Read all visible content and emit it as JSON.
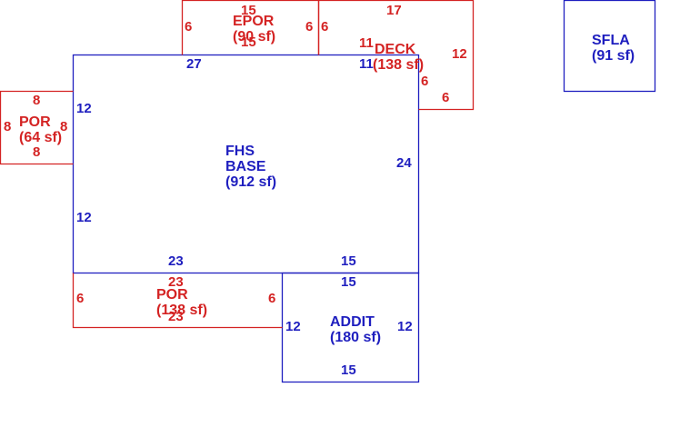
{
  "colors": {
    "main": "#1f1fbf",
    "attached": "#d42323",
    "background": "#ffffff"
  },
  "areas": {
    "fhs_base": {
      "name_line1": "FHS",
      "name_line2": "BASE",
      "area": "(912 sf)"
    },
    "epor": {
      "name": "EPOR",
      "area": "(90 sf)"
    },
    "deck": {
      "name": "DECK",
      "area": "(138 sf)"
    },
    "por_left": {
      "name": "POR",
      "area": "(64 sf)"
    },
    "por_bottom": {
      "name": "POR",
      "area": "(138 sf)"
    },
    "addit": {
      "name": "ADDIT",
      "area": "(180 sf)"
    },
    "sfla": {
      "name": "SFLA",
      "area": "(91 sf)"
    }
  },
  "dimensions": {
    "base_top": "27",
    "base_top_right": "11",
    "base_left_upper": "12",
    "base_left_lower": "12",
    "base_right": "24",
    "base_bottom_left": "23",
    "base_bottom_right": "15",
    "epor_top": "15",
    "epor_bottom": "15",
    "epor_left": "6",
    "epor_right": "6",
    "deck_top": "17",
    "deck_left": "6",
    "deck_inner": "11",
    "deck_right": "12",
    "deck_step_vertical": "6",
    "deck_step_bottom": "6",
    "por_left_top": "8",
    "por_left_bottom": "8",
    "por_left_left": "8",
    "por_left_right": "8",
    "por_bottom_top": "23",
    "por_bottom_bottom": "23",
    "por_bottom_left": "6",
    "por_bottom_right": "6",
    "addit_top": "15",
    "addit_bottom": "15",
    "addit_left": "12",
    "addit_right": "12"
  }
}
